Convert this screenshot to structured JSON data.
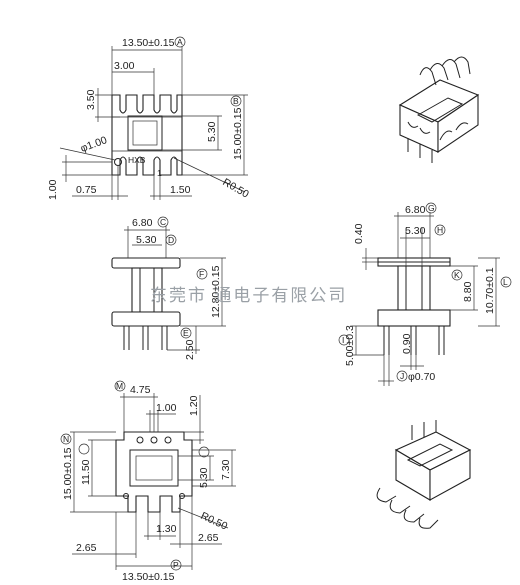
{
  "watermark": "东莞市  通电子有限公司",
  "top_view": {
    "width": "13.50±0.15",
    "width_ref": "A",
    "height": "15.00±0.15",
    "height_ref": "B",
    "pitch": "3.00",
    "slot_depth": "3.50",
    "window": "5.30",
    "pin_dia": "φ1.00",
    "pin_offset_y": "1.00",
    "pin_offset_x": "0.75",
    "pin_spacing": "1.50",
    "radius": "R0.50",
    "marking_model": "HXB",
    "marking_pin": "1"
  },
  "front_view": {
    "flange_width": "6.80",
    "flange_ref": "C",
    "core_width": "5.30",
    "core_ref": "D",
    "height": "12.80±0.15",
    "height_ref": "F",
    "pin_length": "2.50",
    "pin_ref": "E"
  },
  "side_view": {
    "flange_width": "6.80",
    "flange_ref": "G",
    "core_width": "5.30",
    "core_ref": "H",
    "flange_thk": "0.40",
    "winding_height": "8.80",
    "winding_ref": "K",
    "total_height": "10.70±0.1",
    "total_ref": "L",
    "pin_length": "5.00±0.3",
    "pin_ref": "I",
    "pin_thk": "0.90",
    "pin_dia": "φ0.70",
    "pin_dia_ref": "J"
  },
  "bottom_view": {
    "top_offset": "4.75",
    "top_offset_ref": "M",
    "slot_width": "1.00",
    "slot_depth": "1.20",
    "height": "15.00±0.15",
    "height_ref": "N",
    "inner_height": "11.50",
    "window": "5.30",
    "window_outer": "7.30",
    "pin_spacing": "1.30",
    "radius": "R0.50",
    "offset_left": "2.65",
    "offset_right": "2.65",
    "width": "13.50±0.15",
    "width_ref": "P"
  }
}
